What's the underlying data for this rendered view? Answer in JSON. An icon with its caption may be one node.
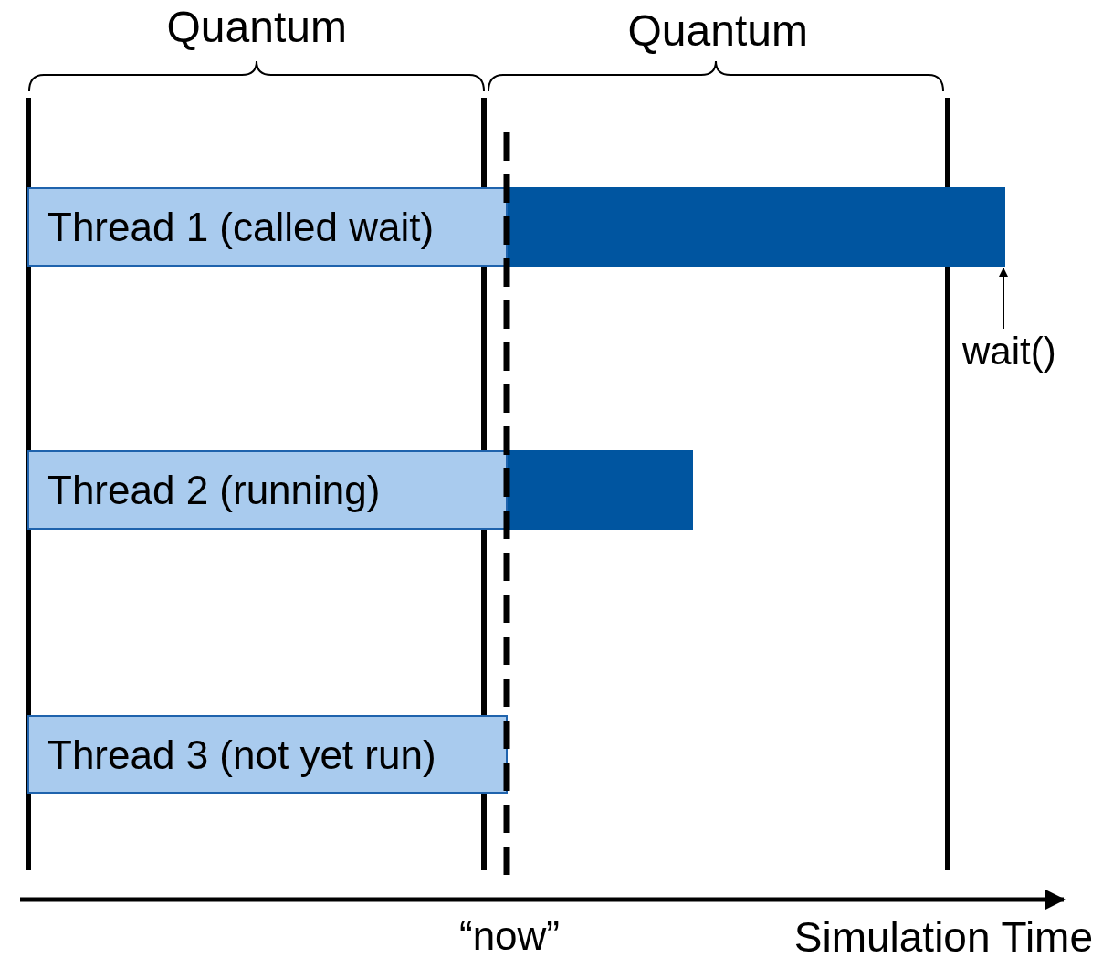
{
  "diagram": {
    "nodes": [
      {
        "text": [
          "Thread 1 (called wait)"
        ]
      },
      {
        "text": [],
        "shape": "bar"
      },
      {
        "text": [
          "Thread 2 (running)"
        ]
      },
      {
        "text": [],
        "shape": "bar"
      },
      {
        "text": [
          "Thread 3 (not yet run)"
        ]
      },
      {
        "text": [
          "wait()"
        ]
      }
    ],
    "edges": [
      {
        "from": 5,
        "to": 1,
        "arrow": "to"
      }
    ],
    "labels": [
      "Quantum",
      "Quantum",
      "“now”",
      "Simulation Time"
    ]
  }
}
